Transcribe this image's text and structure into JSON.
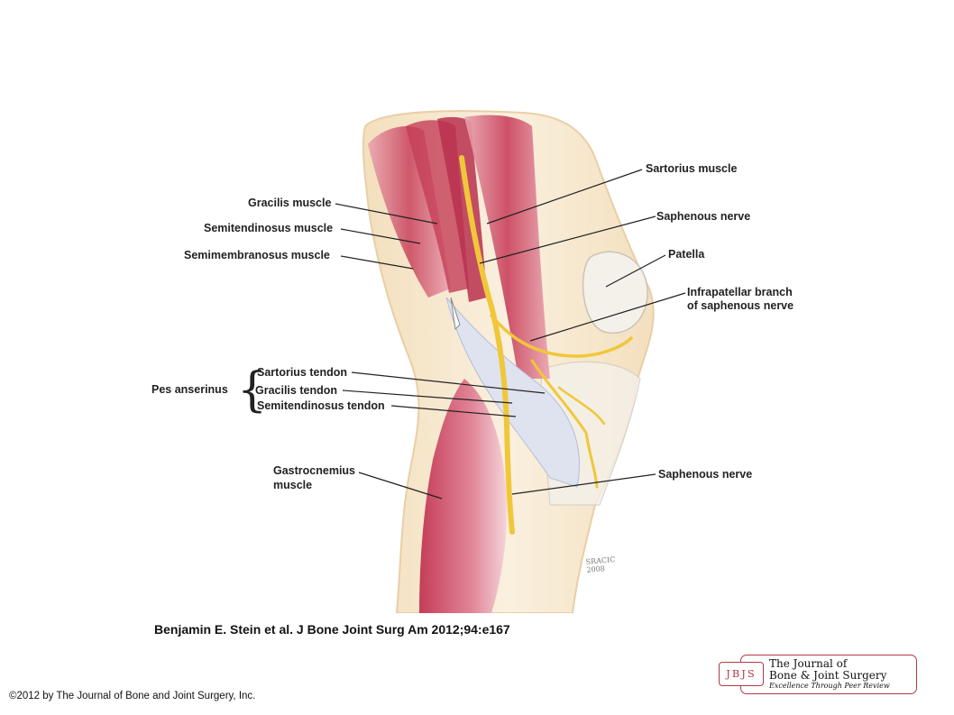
{
  "labels": {
    "sartorius_muscle": "Sartorius muscle",
    "gracilis_muscle": "Gracilis muscle",
    "saphenous_nerve_top": "Saphenous nerve",
    "semitendinosus_muscle": "Semitendinosus muscle",
    "patella": "Patella",
    "semimembranosus_muscle": "Semimembranosus muscle",
    "infrapatellar_line1": "Infrapatellar branch",
    "infrapatellar_line2": "of saphenous nerve",
    "pes_anserinus": "Pes anserinus",
    "sartorius_tendon": "Sartorius tendon",
    "gracilis_tendon": "Gracilis tendon",
    "semitendinosus_tendon": "Semitendinosus tendon",
    "gastrocnemius_line1": "Gastrocnemius",
    "gastrocnemius_line2": "muscle",
    "saphenous_nerve_bottom": "Saphenous nerve"
  },
  "signature": "SRACIC 2008",
  "citation": "Benjamin E. Stein et al. J Bone Joint Surg Am 2012;94:e167",
  "copyright": "©2012 by The Journal of Bone and Joint Surgery, Inc.",
  "logo": {
    "abbrev": "JBJS",
    "line1": "The Journal of",
    "line2": "Bone & Joint Surgery",
    "tagline": "Excellence Through Peer Review"
  },
  "colors": {
    "muscle": "#c8405a",
    "muscle_light": "#e7a0ae",
    "nerve": "#f0c73a",
    "skin": "#f5e3c4",
    "tendon": "#dfe3f0",
    "bone": "#f4f1ea",
    "logo_red": "#b23a48"
  }
}
